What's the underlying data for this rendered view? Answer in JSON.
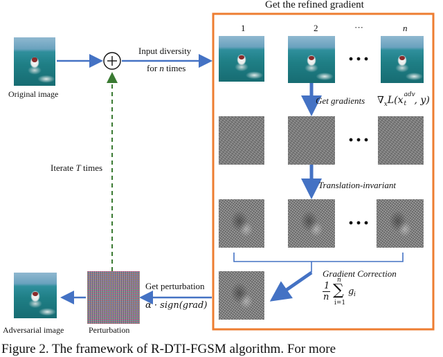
{
  "title": "Get the refined gradient",
  "columns": {
    "c1": "1",
    "c2": "2",
    "cdots": "···",
    "cn": "n"
  },
  "left": {
    "original_label": "Original image",
    "plus_symbol": "+",
    "input_diversity_line1": "Input diversity",
    "input_diversity_line2_pre": "for ",
    "input_diversity_line2_n": "n",
    "input_diversity_line2_post": " times",
    "iterate_pre": "Iterate ",
    "iterate_T": "T",
    "iterate_post": " times",
    "get_perturbation": "Get perturbation",
    "perturbation_formula": "α · sign(grad)",
    "perturbation_label": "Perturbation",
    "adversarial_label": "Adversarial image"
  },
  "steps": {
    "get_gradients": "Get gradients",
    "gradient_formula": "∇x L(xtadv, y)",
    "gradient_formula_parts": {
      "nabla": "∇",
      "sub_x": "x",
      "L": "L(x",
      "sub_t": "t",
      "sup_adv": "adv",
      "tail": ", y)"
    },
    "translation_invariant": "Translation-invariant",
    "gradient_correction": "Gradient Correction",
    "correction_formula": {
      "num": "1",
      "den": "n",
      "sum_top": "n",
      "sum_sign": "∑",
      "sum_bottom": "i=1",
      "term": "g",
      "term_sub": "i"
    }
  },
  "ellipsis": "···",
  "caption_partial": "Figure 2. The framework of R-DTI-FGSM algorithm. For more",
  "colors": {
    "arrow_blue": "#4472c4",
    "frame_orange": "#ed7d31",
    "dashed_green": "#3a7a32"
  },
  "icons": [
    "plus-circle-icon",
    "arrow-icon",
    "dashed-arrow-icon"
  ]
}
